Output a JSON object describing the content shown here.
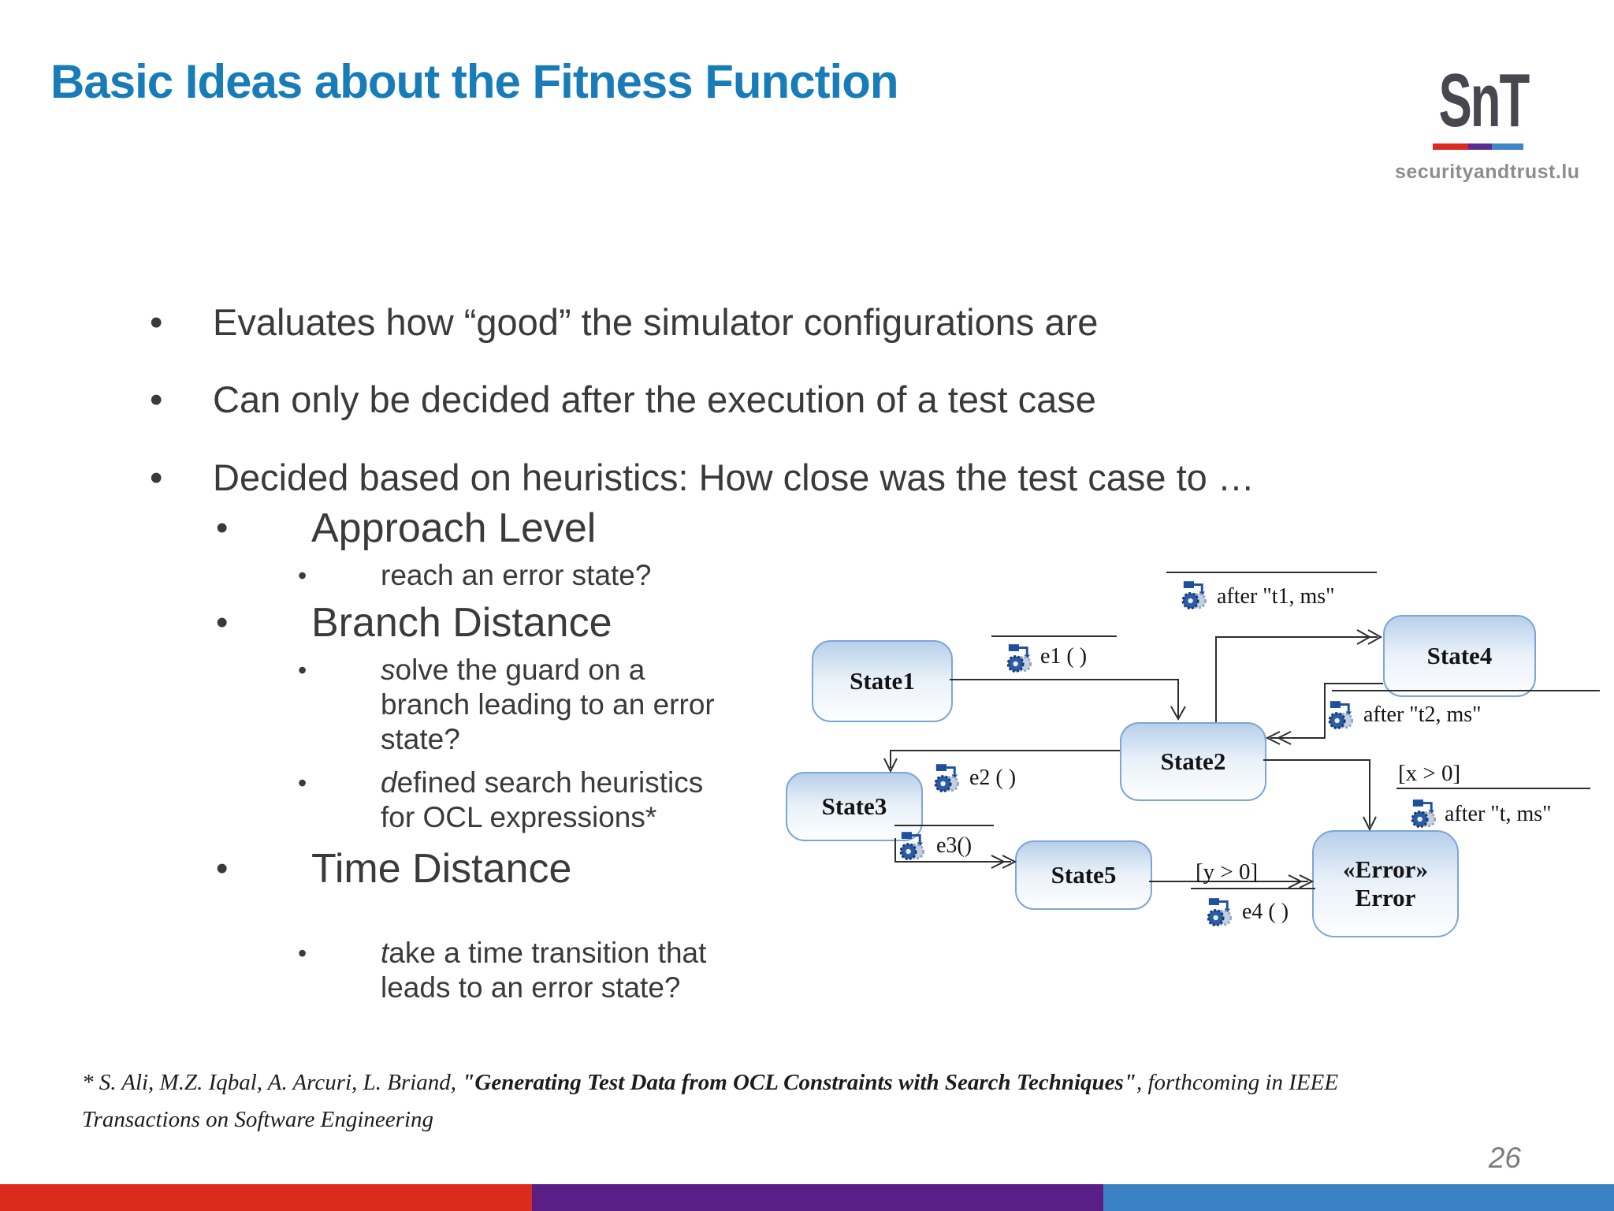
{
  "slide": {
    "title": "Basic Ideas about the Fitness Function",
    "page_number": "26"
  },
  "logo": {
    "text": "SnT",
    "domain": "securityandtrust.lu",
    "bar_colors": [
      "#D92B1F",
      "#5B2D8E",
      "#3C87C8"
    ]
  },
  "bullets": {
    "dot": "•",
    "items": [
      {
        "text": "Evaluates how “good” the simulator configurations are"
      },
      {
        "text": "Can only be decided after the execution of a test case"
      },
      {
        "text": "Decided based on heuristics: How close was the test case to …"
      }
    ]
  },
  "sub_bullets": [
    {
      "level": 1,
      "lead": "",
      "text": "Approach Level"
    },
    {
      "level": 2,
      "lead": "",
      "text": "reach an error state?"
    },
    {
      "level": 1,
      "lead": "",
      "text": "Branch Distance"
    },
    {
      "level": 2,
      "lead": "s",
      "text": "olve the guard on a\nbranch leading to an error\nstate?"
    },
    {
      "level": 2,
      "lead": "d",
      "text": "efined search heuristics\nfor OCL expressions*"
    },
    {
      "level": 1,
      "lead": "",
      "text": "Time Distance"
    },
    {
      "level": 2,
      "lead": "t",
      "text": "ake a time transition that\nleads to an error state?"
    }
  ],
  "diagram": {
    "type": "uml-state-machine",
    "states": [
      {
        "name": "State1"
      },
      {
        "name": "State2"
      },
      {
        "name": "State3"
      },
      {
        "name": "State4"
      },
      {
        "name": "State5"
      },
      {
        "stereotype": "«Error»",
        "name": "Error"
      }
    ],
    "transitions": [
      {
        "from": "State1",
        "to": "State2",
        "trigger": "e1 ( )"
      },
      {
        "from": "State2",
        "to": "State4",
        "trigger": "after \"t1, ms\""
      },
      {
        "from": "State4",
        "to": "State2",
        "trigger": "after \"t2, ms\""
      },
      {
        "from": "State2",
        "to": "State3",
        "trigger": "e2 ( )"
      },
      {
        "from": "State3",
        "to": "State5",
        "trigger": "e3()"
      },
      {
        "from": "State2",
        "to": "Error",
        "guard": "[x > 0]",
        "trigger": "after \"t, ms\""
      },
      {
        "from": "State5",
        "to": "Error",
        "guard": "[y > 0]",
        "trigger": "e4 ( )"
      }
    ],
    "labels": {
      "e1": "e1 ( )",
      "t1": "after \"t1, ms\"",
      "t2": "after \"t2, ms\"",
      "e2": "e2 ( )",
      "e3": "e3()",
      "guard_x": "[x > 0]",
      "after_t": "after \"t, ms\"",
      "guard_y": "[y > 0]",
      "e4": "e4 ( )"
    }
  },
  "citation": {
    "pre": "* S. Ali, M.Z. Iqbal, A. Arcuri, L. Briand, ",
    "title": "\"Generating Test Data from OCL Constraints with Search Techniques\"",
    "post": ", forthcoming in IEEE\nTransactions on Software Engineering"
  },
  "footer": {
    "bar_colors": [
      "#DC2B1C",
      "#5A1E87",
      "#3A82C4"
    ],
    "title_color": "#187CB8"
  }
}
